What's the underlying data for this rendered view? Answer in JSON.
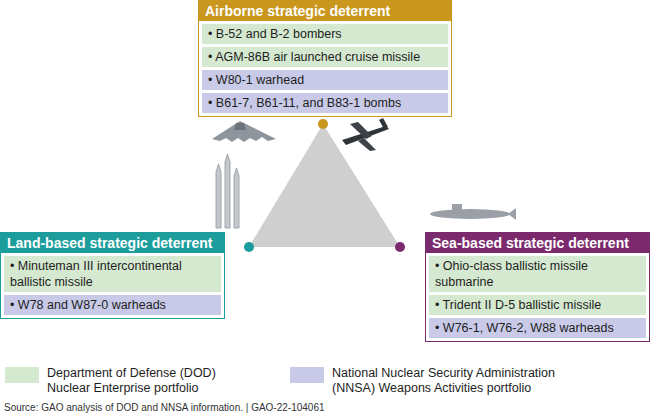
{
  "diagram": {
    "nodes": [
      {
        "text": [
          "Airborne strategic deterrent"
        ]
      },
      {
        "text": [
          "• B-52 and B-2 bombers"
        ],
        "in": 0
      },
      {
        "text": [
          "• AGM-86B air launched cruise missile"
        ],
        "in": 0
      },
      {
        "text": [
          "• W80-1 warhead"
        ],
        "in": 0
      },
      {
        "text": [
          "• B61-7, B61-11, and B83-1 bombs"
        ],
        "in": 0
      },
      {
        "text": [
          "Land-based strategic deterrent"
        ]
      },
      {
        "text": [
          "• Minuteman III intercontinental ballistic missile"
        ],
        "in": 5
      },
      {
        "text": [
          "• W78 and W87-0 warheads"
        ],
        "in": 5
      },
      {
        "text": [
          "Sea-based strategic deterrent"
        ]
      },
      {
        "text": [
          "• Ohio-class ballistic missile submarine"
        ],
        "in": 8
      },
      {
        "text": [
          "• Trident II D-5 ballistic missile"
        ],
        "in": 8
      },
      {
        "text": [
          "• W76-1, W76-2, W88 warheads"
        ],
        "in": 8
      }
    ],
    "labels": [
      "Source: GAO analysis of DOD and NNSA information. | GAO-22-104061"
    ],
    "legend": [
      {
        "text": "Department of Defense (DOD) Nuclear Enterprise portfolio",
        "color": "#d5e8d0"
      },
      {
        "text": "National Nuclear Security Administration (NNSA) Weapons Activities portfolio",
        "color": "#c8cae8"
      }
    ]
  }
}
